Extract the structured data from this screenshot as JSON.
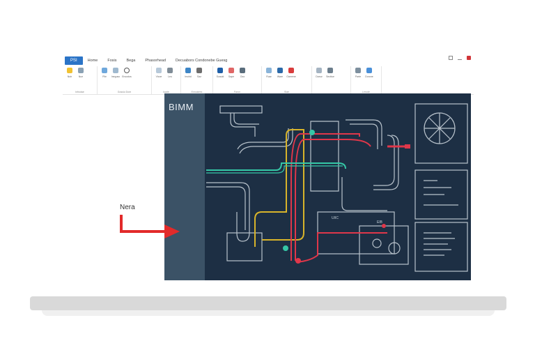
{
  "ribbon": {
    "tabs": [
      {
        "label": "PSI",
        "active": true
      },
      {
        "label": "Home"
      },
      {
        "label": "Fosis"
      },
      {
        "label": "Bega"
      },
      {
        "label": "Phasorhead"
      },
      {
        "label": "Decuabors Condonebe Guesg"
      }
    ],
    "groups": [
      {
        "name": "Infnotae",
        "tools": [
          "Nutr",
          "Nue"
        ]
      },
      {
        "name": "Gossio Dore",
        "tools": [
          "Pile",
          "Ineguso",
          "Encodos"
        ]
      },
      {
        "name": "Isade",
        "tools": [
          "Vlcoe",
          "Leu"
        ]
      },
      {
        "name": "Ennuidres",
        "tools": [
          "Insirid",
          "Saz"
        ]
      },
      {
        "name": "Faron",
        "tools": [
          "Scauid",
          "Sape",
          "Ooo"
        ]
      },
      {
        "name": "Slae",
        "tools": [
          "Ruar",
          "Ware",
          "Oamene"
        ]
      },
      {
        "name": "",
        "tools": [
          "Danur",
          "Secttue"
        ]
      },
      {
        "name": "Lerude",
        "tools": [
          "Parte",
          "Dorone"
        ]
      }
    ],
    "colors": {
      "file_tab": "#2b74c7",
      "close": "#d13438"
    }
  },
  "canvas": {
    "title": "BIMM",
    "background": "#1d2f44",
    "labels": [
      "UIIC",
      "ElB"
    ],
    "pipe_colors": {
      "yellow": "#d8b42a",
      "red": "#e0374a",
      "teal": "#35c7a6",
      "gray": "#b9c3cc"
    }
  },
  "callout": {
    "label": "Nera",
    "arrow_color": "#e22a2a"
  }
}
